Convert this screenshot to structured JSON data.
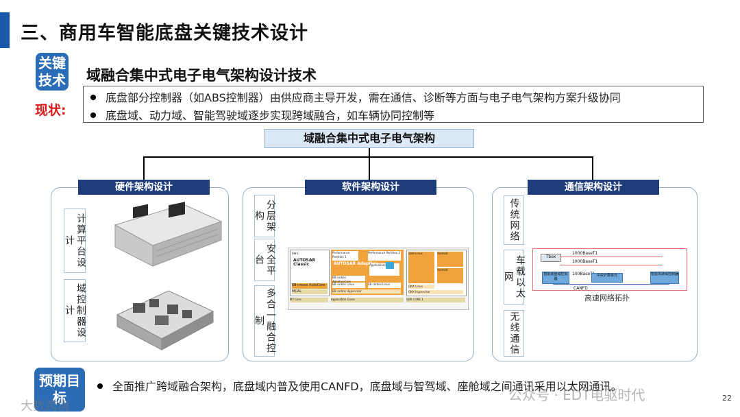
{
  "header": {
    "title": "三、商用车智能底盘关键技术设计"
  },
  "tags": {
    "key_tech": "关键技术",
    "goal": "预期目标"
  },
  "section": {
    "title": "域融合集中式电子电气架构设计技术"
  },
  "status": {
    "label": "现状:",
    "bullets": [
      "底盘部分控制器（如ABS控制器）由供应商主导开发，需在通信、诊断等方面与电子电气架构方案升级协同",
      "底盘域、动力域、智能驾驶域逐步实现跨域融合，如车辆协同控制等"
    ]
  },
  "architecture": {
    "title": "域融合集中式电子电气架构",
    "hardware": {
      "title": "硬件架构设计",
      "labels": [
        "计算平台设计",
        "域控制器设计"
      ]
    },
    "software": {
      "title": "软件架构设计",
      "labels": [
        "分层架构",
        "安全平台",
        "多合一融合控制"
      ],
      "diagram": {
        "autosar_classic": "AUTOSAR Classic",
        "autosar_adaptive": "AUTOSAR Adaptive",
        "swc": "SW-C",
        "perf_partition_1": "Performance Partition 1",
        "perf_partition_2": "Performance Partition 2",
        "applications": "Applications",
        "eb_autocore": "EB tresos AutoCore",
        "eb_adaptivecore": "EB corbos AdaptiveCore",
        "eb_linux": "EB corbos Linux",
        "mcal": "MCAL",
        "eb_hypervisor": "EB corbos Hypervisor",
        "mcore": "M7 Core",
        "app_cores": "Application Cores",
        "safe_linux": "Safe Linux",
        "android_1": "Android",
        "android_2": "Android",
        "qnx": "QNX Linux",
        "qnx_hypervisor": "QNX Hypervisor",
        "soc": "SDR CORE 1"
      }
    },
    "communication": {
      "title": "通信架构设计",
      "labels": [
        "传统网络",
        "车载以太网",
        "无线通信"
      ],
      "topology": {
        "tbox": "Tbox",
        "link_1": "1000BaseT1",
        "link_2": "1000BaseT1",
        "link_3": "100BaseT1",
        "node_chassis": "智能底盘域控制器",
        "node_central": "中央计算单元",
        "node_adas": "智能驾驶域控制器",
        "canfd": "CANFD",
        "caption": "高速网络拓扑"
      }
    }
  },
  "goal": {
    "bullet": "全面推广跨域融合架构，底盘域内普及使用CANFD，底盘域与智驾域、座舱域之间通讯采用以太网通讯。"
  },
  "footer": {
    "page_number": "22",
    "watermark_left": "大数跨境",
    "watermark_right": "公众号 · EDT电驱时代"
  },
  "colors": {
    "accent": "#1a5aa8",
    "tag": "#2a6cb5",
    "panel_head": "#1f3d7a",
    "status_red": "#d81b1b",
    "autosar_orange": "#f0a33c"
  }
}
